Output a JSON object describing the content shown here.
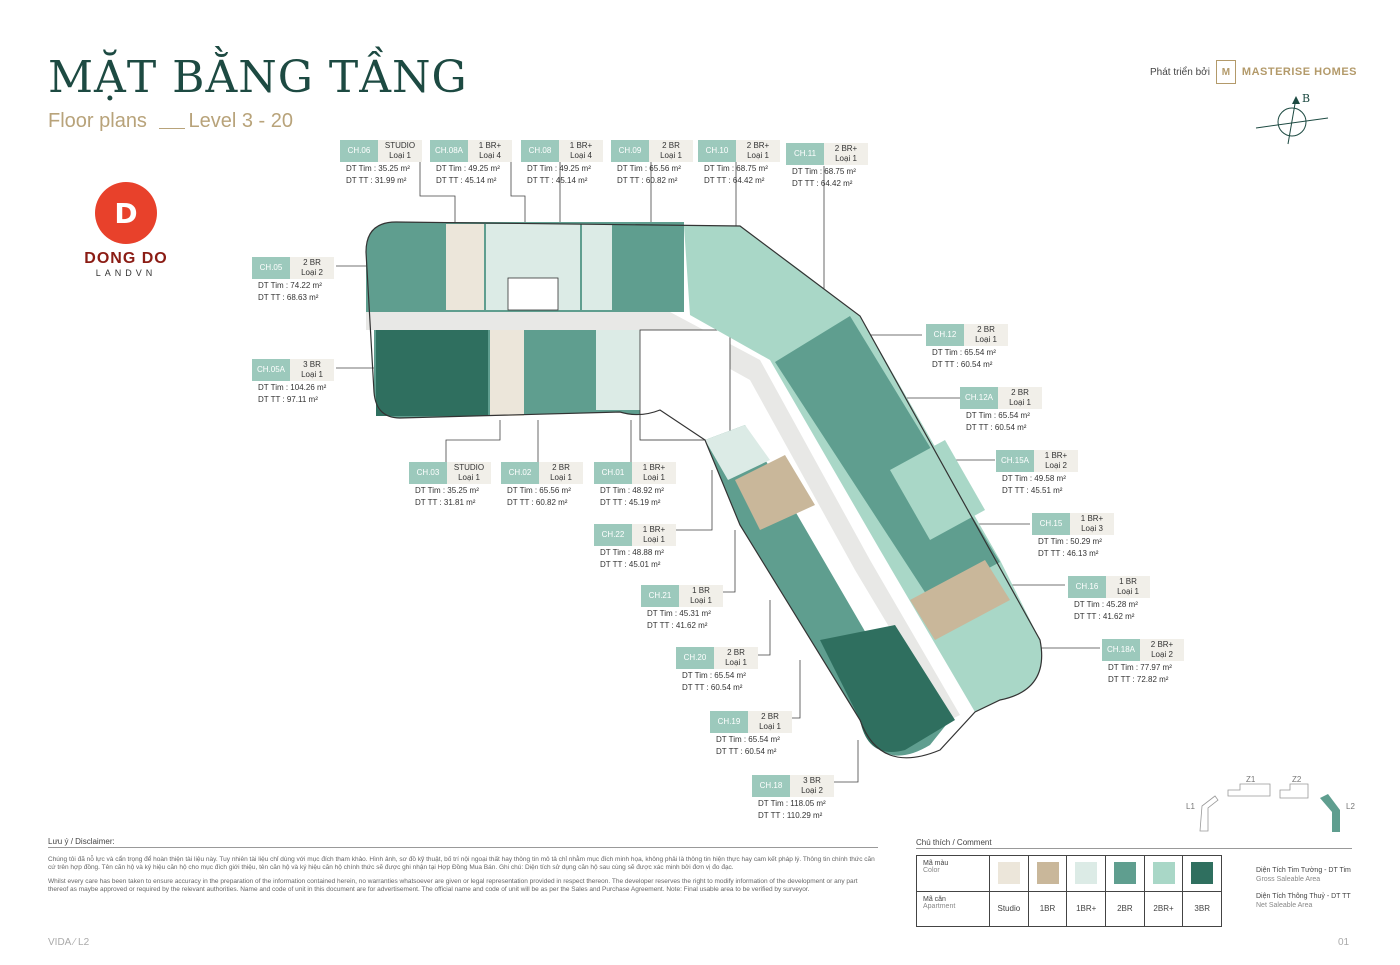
{
  "header": {
    "title": "MẶT BẰNG TẦNG",
    "subtitle": "Floor plans",
    "level": "Level 3 - 20",
    "developer_prefix": "Phát triển bởi",
    "developer_brand": "MASTERISE HOMES",
    "compass_label": "B"
  },
  "logo": {
    "name": "DONG DO",
    "sub": "LANDVN"
  },
  "units": [
    {
      "code": "CH.06",
      "type": "STUDIO",
      "loai": "Loại 1",
      "dt_tim": "DT Tim : 35.25 m²",
      "dt_tt": "DT TT : 31.99 m²"
    },
    {
      "code": "CH.08A",
      "type": "1 BR+",
      "loai": "Loại 4",
      "dt_tim": "DT Tim : 49.25 m²",
      "dt_tt": "DT TT : 45.14 m²"
    },
    {
      "code": "CH.08",
      "type": "1 BR+",
      "loai": "Loại 4",
      "dt_tim": "DT Tim : 49.25 m²",
      "dt_tt": "DT TT : 45.14 m²"
    },
    {
      "code": "CH.09",
      "type": "2 BR",
      "loai": "Loại 1",
      "dt_tim": "DT Tim : 65.56 m²",
      "dt_tt": "DT TT : 60.82 m²"
    },
    {
      "code": "CH.10",
      "type": "2 BR+",
      "loai": "Loại 1",
      "dt_tim": "DT Tim : 68.75 m²",
      "dt_tt": "DT TT : 64.42 m²"
    },
    {
      "code": "CH.11",
      "type": "2 BR+",
      "loai": "Loại 1",
      "dt_tim": "DT Tim : 68.75 m²",
      "dt_tt": "DT TT : 64.42 m²"
    },
    {
      "code": "CH.05",
      "type": "2 BR",
      "loai": "Loại 2",
      "dt_tim": "DT Tim : 74.22 m²",
      "dt_tt": "DT TT : 68.63 m²"
    },
    {
      "code": "CH.05A",
      "type": "3 BR",
      "loai": "Loại 1",
      "dt_tim": "DT Tim : 104.26 m²",
      "dt_tt": "DT TT : 97.11 m²"
    },
    {
      "code": "CH.12",
      "type": "2 BR",
      "loai": "Loại 1",
      "dt_tim": "DT Tim : 65.54 m²",
      "dt_tt": "DT TT : 60.54 m²"
    },
    {
      "code": "CH.12A",
      "type": "2 BR",
      "loai": "Loại 1",
      "dt_tim": "DT Tim : 65.54 m²",
      "dt_tt": "DT TT : 60.54 m²"
    },
    {
      "code": "CH.15A",
      "type": "1 BR+",
      "loai": "Loại 2",
      "dt_tim": "DT Tim : 49.58 m²",
      "dt_tt": "DT TT : 45.51 m²"
    },
    {
      "code": "CH.15",
      "type": "1 BR+",
      "loai": "Loại 3",
      "dt_tim": "DT Tim : 50.29 m²",
      "dt_tt": "DT TT : 46.13 m²"
    },
    {
      "code": "CH.16",
      "type": "1 BR",
      "loai": "Loại 1",
      "dt_tim": "DT Tim : 45.28 m²",
      "dt_tt": "DT TT : 41.62 m²"
    },
    {
      "code": "CH.18A",
      "type": "2 BR+",
      "loai": "Loại 2",
      "dt_tim": "DT Tim : 77.97 m²",
      "dt_tt": "DT TT : 72.82 m²"
    },
    {
      "code": "CH.03",
      "type": "STUDIO",
      "loai": "Loại 1",
      "dt_tim": "DT Tim : 35.25 m²",
      "dt_tt": "DT TT : 31.81 m²"
    },
    {
      "code": "CH.02",
      "type": "2 BR",
      "loai": "Loại 1",
      "dt_tim": "DT Tim : 65.56 m²",
      "dt_tt": "DT TT : 60.82 m²"
    },
    {
      "code": "CH.01",
      "type": "1 BR+",
      "loai": "Loại 1",
      "dt_tim": "DT Tim : 48.92 m²",
      "dt_tt": "DT TT : 45.19 m²"
    },
    {
      "code": "CH.22",
      "type": "1 BR+",
      "loai": "Loại 1",
      "dt_tim": "DT Tim : 48.88 m²",
      "dt_tt": "DT TT : 45.01 m²"
    },
    {
      "code": "CH.21",
      "type": "1 BR",
      "loai": "Loại 1",
      "dt_tim": "DT Tim : 45.31 m²",
      "dt_tt": "DT TT : 41.62 m²"
    },
    {
      "code": "CH.20",
      "type": "2 BR",
      "loai": "Loại 1",
      "dt_tim": "DT Tim : 65.54 m²",
      "dt_tt": "DT TT : 60.54 m²"
    },
    {
      "code": "CH.19",
      "type": "2 BR",
      "loai": "Loại 1",
      "dt_tim": "DT Tim : 65.54 m²",
      "dt_tt": "DT TT : 60.54 m²"
    },
    {
      "code": "CH.18",
      "type": "3 BR",
      "loai": "Loại 2",
      "dt_tim": "DT Tim : 118.05 m²",
      "dt_tt": "DT TT : 110.29 m²"
    }
  ],
  "disclaimer": {
    "heading": "Lưu ý / Disclaimer:",
    "vi": "Chúng tôi đã nỗ lực và cẩn trọng để hoàn thiện tài liệu này. Tuy nhiên tài liệu chỉ dùng với mục đích tham khảo. Hình ảnh, sơ đồ kỹ thuật, bố trí nội ngoại thất hay thông tin mô tả chỉ nhằm mục đích minh họa, không phải là thông tin hiện thực hay cam kết pháp lý. Thông tin chính thức căn cứ trên hợp đồng. Tên căn hộ và ký hiệu căn hộ cho mục đích giới thiệu, tên căn hộ và ký hiệu căn hộ chính thức sẽ được ghi nhận tại Hợp Đồng Mua Bán. Ghi chú: Diện tích sử dụng căn hộ sau cùng sẽ được xác minh bởi đơn vị đo đạc.",
    "en": "Whilst every care has been taken to ensure accuracy in the preparation of the information contained herein, no warranties whatsoever are given or legal representation provided in respect thereon. The developer reserves the right to modify information of the development or any part thereof as maybe approved or required by the relevant authorities. Name and code of unit in this document are for advertisement. The official name and code of unit will be as per the Sales and Purchase Agreement. Note: Final usable area to be verified by surveyor."
  },
  "comment": {
    "heading": "Chú thích / Comment",
    "color_label": "Mã màu",
    "color_label_en": "Color",
    "apt_label": "Mã căn",
    "apt_label_en": "Apartment",
    "types": [
      {
        "name": "Studio",
        "color": "#ece6da"
      },
      {
        "name": "1BR",
        "color": "#c9b79a"
      },
      {
        "name": "1BR+",
        "color": "#dcebe6"
      },
      {
        "name": "2BR",
        "color": "#5f9e8f"
      },
      {
        "name": "2BR+",
        "color": "#a9d7c7"
      },
      {
        "name": "3BR",
        "color": "#2f6f5f"
      }
    ],
    "gsa_vi": "Diện Tích Tim Tường - DT Tim",
    "gsa_en": "Gross Saleable Area",
    "nsa_vi": "Diện Tích Thông Thuỷ - DT TT",
    "nsa_en": "Net Saleable Area"
  },
  "keyplan": {
    "l1": "L1",
    "z1": "Z1",
    "z2": "Z2",
    "l2": "L2"
  },
  "footer": {
    "project": "VIDA  ⁄  L2",
    "page": "01"
  }
}
